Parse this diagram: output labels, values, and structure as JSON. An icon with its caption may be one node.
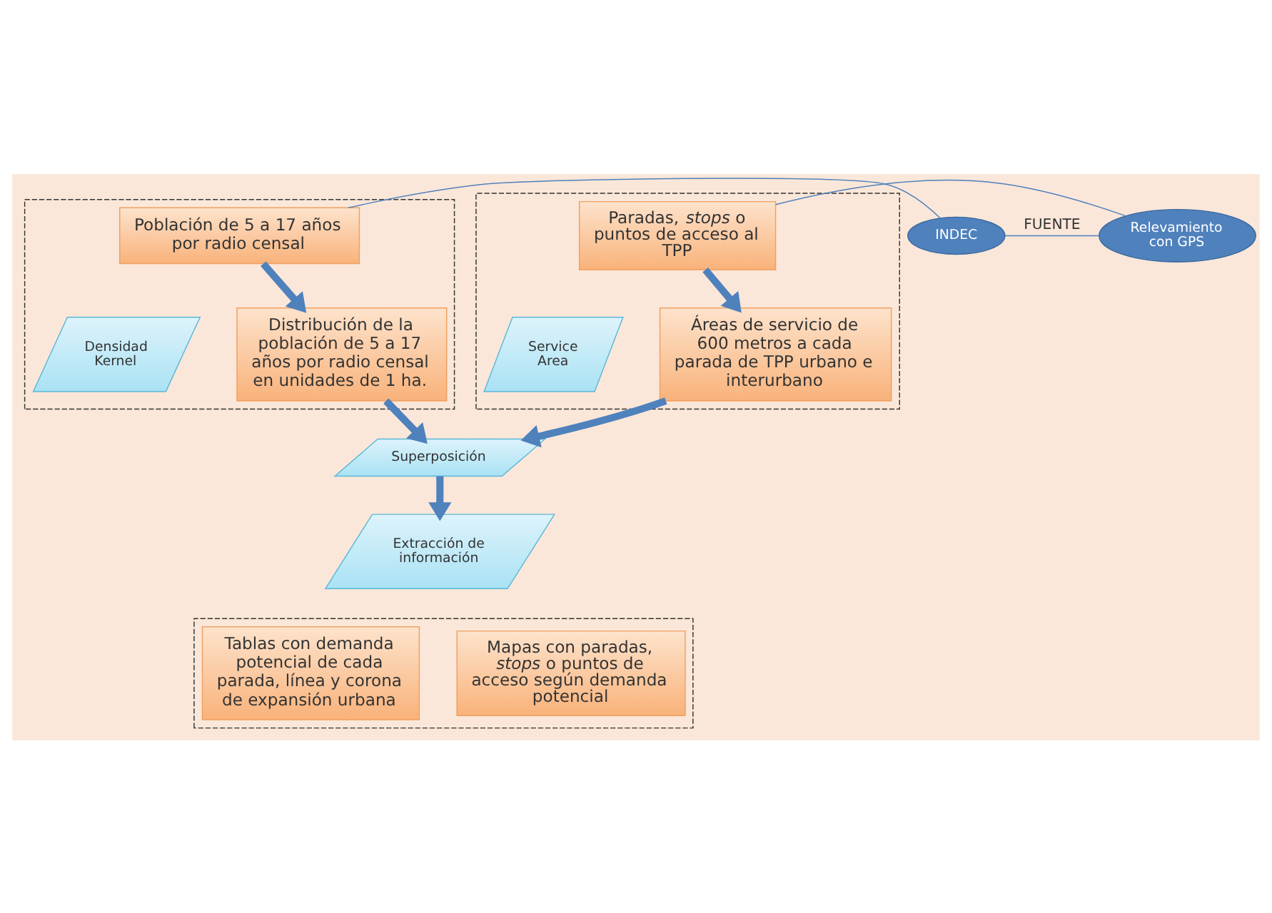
{
  "diagram": {
    "nodes": [
      {
        "text": [],
        "shape": "box"
      },
      {
        "text": [
          "Población de 5 a 17 años por radio censal"
        ],
        "in": 0
      },
      {
        "text": [
          "Densidad Kernel"
        ],
        "in": 0
      },
      {
        "text": [
          "Distribución de la población de 5 a 17 años por radio censal en unidades de 1 ha."
        ],
        "in": 0
      },
      {
        "text": [],
        "shape": "box"
      },
      {
        "text": [
          "Paradas, *stops* o puntos de acceso al TPP"
        ],
        "in": 4
      },
      {
        "text": [
          "Service Area"
        ],
        "in": 4
      },
      {
        "text": [
          "Áreas de servicio de 600 metros a cada parada de TPP urbano e interurbano"
        ],
        "in": 4
      },
      {
        "text": [
          "INDEC"
        ]
      },
      {
        "text": [
          "Relevamiento con GPS"
        ]
      },
      {
        "text": [
          "Superposición"
        ]
      },
      {
        "text": [],
        "shape": "box"
      },
      {
        "text": [
          "Extracción de información"
        ]
      },
      {
        "text": [
          "Tablas con demanda potencial de cada parada, línea y corona de expansión urbana"
        ],
        "in": 11
      },
      {
        "text": [
          "Mapas con paradas, *stops* o puntos de acceso según demanda potencial"
        ],
        "in": 11
      }
    ],
    "edges": [
      {
        "from": 8,
        "to": 9,
        "arrow": "none",
        "label": "FUENTE"
      },
      {
        "from": 8,
        "to": 1,
        "arrow": "none"
      },
      {
        "from": 9,
        "to": 5,
        "arrow": "none"
      },
      {
        "from": 1,
        "to": 3,
        "arrow": "to"
      },
      {
        "from": 5,
        "to": 7,
        "arrow": "to"
      },
      {
        "from": 3,
        "to": 10,
        "arrow": "to"
      },
      {
        "from": 7,
        "to": 10,
        "arrow": "to"
      },
      {
        "from": 10,
        "to": 12,
        "arrow": "to"
      }
    ]
  }
}
